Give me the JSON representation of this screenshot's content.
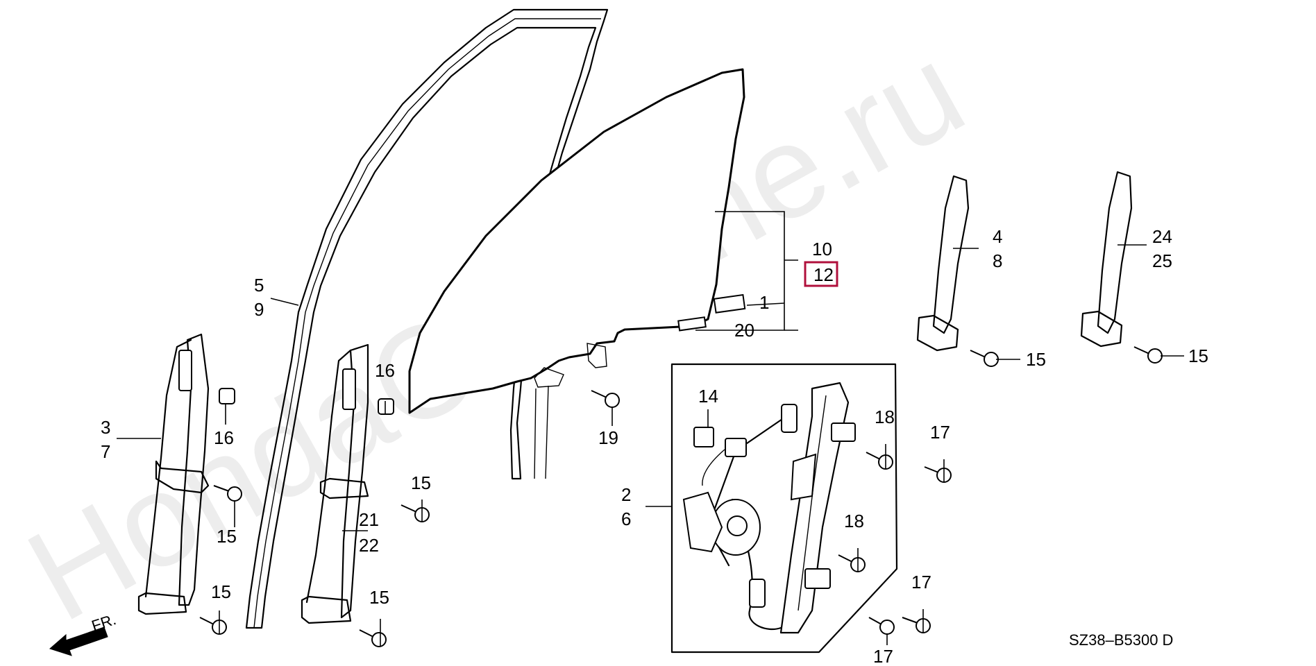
{
  "watermark": "HondaCarMine.ru",
  "diagram_code": "SZ38–B5300 D",
  "direction_marker": "FR.",
  "highlight_color": "#b0103c",
  "callouts": [
    {
      "id": "c5",
      "text": "5"
    },
    {
      "id": "c9",
      "text": "9"
    },
    {
      "id": "c10",
      "text": "10"
    },
    {
      "id": "c12",
      "text": "12",
      "highlighted": true
    },
    {
      "id": "c1",
      "text": "1"
    },
    {
      "id": "c20",
      "text": "20"
    },
    {
      "id": "c4",
      "text": "4"
    },
    {
      "id": "c8",
      "text": "8"
    },
    {
      "id": "c24",
      "text": "24"
    },
    {
      "id": "c25",
      "text": "25"
    },
    {
      "id": "c15a",
      "text": "15"
    },
    {
      "id": "c15b",
      "text": "15"
    },
    {
      "id": "c3",
      "text": "3"
    },
    {
      "id": "c7",
      "text": "7"
    },
    {
      "id": "c16a",
      "text": "16"
    },
    {
      "id": "c16b",
      "text": "16"
    },
    {
      "id": "c15c",
      "text": "15"
    },
    {
      "id": "c15d",
      "text": "15"
    },
    {
      "id": "c15e",
      "text": "15"
    },
    {
      "id": "c21",
      "text": "21"
    },
    {
      "id": "c22",
      "text": "22"
    },
    {
      "id": "c15f",
      "text": "15"
    },
    {
      "id": "c19",
      "text": "19"
    },
    {
      "id": "c14",
      "text": "14"
    },
    {
      "id": "c18a",
      "text": "18"
    },
    {
      "id": "c17a",
      "text": "17"
    },
    {
      "id": "c2",
      "text": "2"
    },
    {
      "id": "c6",
      "text": "6"
    },
    {
      "id": "c18b",
      "text": "18"
    },
    {
      "id": "c17b",
      "text": "17"
    },
    {
      "id": "c17c",
      "text": "17"
    }
  ]
}
